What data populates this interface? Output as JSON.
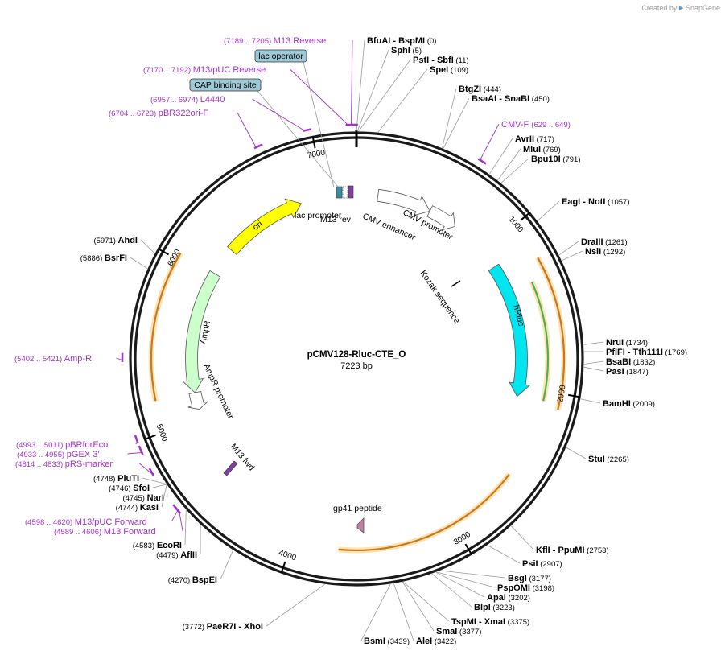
{
  "brand": {
    "created_by": "Created by",
    "app_name": "SnapGene"
  },
  "plasmid": {
    "name": "pCMV128-Rluc-CTE_O",
    "length_label": "7223 bp",
    "length": 7223
  },
  "ticks": [
    {
      "pos": 1000,
      "label": "1000"
    },
    {
      "pos": 2000,
      "label": "2000"
    },
    {
      "pos": 3000,
      "label": "3000"
    },
    {
      "pos": 4000,
      "label": "4000"
    },
    {
      "pos": 5000,
      "label": "5000"
    },
    {
      "pos": 6000,
      "label": "6000"
    },
    {
      "pos": 7000,
      "label": "7000"
    }
  ],
  "enzymes": [
    {
      "pos": 0,
      "name": "BfuAI",
      "name2": "BspMI",
      "coord": "(0)"
    },
    {
      "pos": 5,
      "name": "SphI",
      "name2": "",
      "coord": "(5)"
    },
    {
      "pos": 11,
      "name": "PstI",
      "name2": "SbfI",
      "coord": "(11)"
    },
    {
      "pos": 109,
      "name": "SpeI",
      "name2": "",
      "coord": "(109)"
    },
    {
      "pos": 444,
      "name": "BtgZI",
      "name2": "",
      "coord": "(444)"
    },
    {
      "pos": 450,
      "name": "BsaAI",
      "name2": "SnaBI",
      "coord": "(450)"
    },
    {
      "pos": 717,
      "name": "AvrII",
      "name2": "",
      "coord": "(717)"
    },
    {
      "pos": 769,
      "name": "MluI",
      "name2": "",
      "coord": "(769)"
    },
    {
      "pos": 791,
      "name": "Bpu10I",
      "name2": "",
      "coord": "(791)"
    },
    {
      "pos": 1057,
      "name": "EagI",
      "name2": "NotI",
      "coord": "(1057)"
    },
    {
      "pos": 1261,
      "name": "DraIII",
      "name2": "",
      "coord": "(1261)"
    },
    {
      "pos": 1292,
      "name": "NsiI",
      "name2": "",
      "coord": "(1292)"
    },
    {
      "pos": 1734,
      "name": "NruI",
      "name2": "",
      "coord": "(1734)"
    },
    {
      "pos": 1769,
      "name": "PflFI",
      "name2": "Tth111I",
      "coord": "(1769)"
    },
    {
      "pos": 1832,
      "name": "BsaBI",
      "name2": "",
      "coord": "(1832)"
    },
    {
      "pos": 1847,
      "name": "PasI",
      "name2": "",
      "coord": "(1847)"
    },
    {
      "pos": 2009,
      "name": "BamHI",
      "name2": "",
      "coord": "(2009)"
    },
    {
      "pos": 2265,
      "name": "StuI",
      "name2": "",
      "coord": "(2265)"
    },
    {
      "pos": 2753,
      "name": "KflI",
      "name2": "PpuMI",
      "coord": "(2753)"
    },
    {
      "pos": 2907,
      "name": "PsiI",
      "name2": "",
      "coord": "(2907)"
    },
    {
      "pos": 3177,
      "name": "BsgI",
      "name2": "",
      "coord": "(3177)"
    },
    {
      "pos": 3198,
      "name": "PspOMI",
      "name2": "",
      "coord": "(3198)"
    },
    {
      "pos": 3202,
      "name": "ApaI",
      "name2": "",
      "coord": "(3202)"
    },
    {
      "pos": 3223,
      "name": "BlpI",
      "name2": "",
      "coord": "(3223)"
    },
    {
      "pos": 3375,
      "name": "TspMI",
      "name2": "XmaI",
      "coord": "(3375)"
    },
    {
      "pos": 3377,
      "name": "SmaI",
      "name2": "",
      "coord": "(3377)"
    },
    {
      "pos": 3422,
      "name": "AleI",
      "name2": "",
      "coord": "(3422)"
    },
    {
      "pos": 3439,
      "name": "BsmI",
      "name2": "",
      "coord": "(3439)"
    },
    {
      "pos": 3772,
      "name": "PaeR7I",
      "name2": "XhoI",
      "coord": "(3772)"
    },
    {
      "pos": 4270,
      "name": "BspEI",
      "name2": "",
      "coord": "(4270)"
    },
    {
      "pos": 4479,
      "name": "AflII",
      "name2": "",
      "coord": "(4479)"
    },
    {
      "pos": 4583,
      "name": "EcoRI",
      "name2": "",
      "coord": "(4583)"
    },
    {
      "pos": 4744,
      "name": "KasI",
      "name2": "",
      "coord": "(4744)"
    },
    {
      "pos": 4745,
      "name": "NarI",
      "name2": "",
      "coord": "(4745)"
    },
    {
      "pos": 4746,
      "name": "SfoI",
      "name2": "",
      "coord": "(4746)"
    },
    {
      "pos": 4748,
      "name": "PluTI",
      "name2": "",
      "coord": "(4748)"
    },
    {
      "pos": 5886,
      "name": "BsrFI",
      "name2": "",
      "coord": "(5886)"
    },
    {
      "pos": 5971,
      "name": "AhdI",
      "name2": "",
      "coord": "(5971)"
    }
  ],
  "primers": [
    {
      "name": "M13 Reverse",
      "range": "(7189 .. 7205)",
      "start": 7189,
      "end": 7205
    },
    {
      "name": "M13/pUC Reverse",
      "range": "(7170 .. 7192)",
      "start": 7170,
      "end": 7192
    },
    {
      "name": "L4440",
      "range": "(6957 .. 6974)",
      "start": 6957,
      "end": 6974
    },
    {
      "name": "pBR322ori-F",
      "range": "(6704 .. 6723)",
      "start": 6704,
      "end": 6723
    },
    {
      "name": "CMV-F",
      "range": "(629 .. 649)",
      "start": 629,
      "end": 649
    },
    {
      "name": "Amp-R",
      "range": "(5402 .. 5421)",
      "start": 5402,
      "end": 5421
    },
    {
      "name": "pBRforEco",
      "range": "(4993 .. 5011)",
      "start": 4993,
      "end": 5011
    },
    {
      "name": "pGEX 3'",
      "range": "(4933 .. 4955)",
      "start": 4933,
      "end": 4955
    },
    {
      "name": "pRS-marker",
      "range": "(4814 .. 4833)",
      "start": 4814,
      "end": 4833
    },
    {
      "name": "M13/pUC Forward",
      "range": "(4598 .. 4620)",
      "start": 4598,
      "end": 4620
    },
    {
      "name": "M13 Forward",
      "range": "(4589 .. 4606)",
      "start": 4589,
      "end": 4606
    }
  ],
  "boxed_features": [
    {
      "name": "lac operator"
    },
    {
      "name": "CAP binding site"
    }
  ],
  "features": [
    {
      "name": "ori",
      "start": 6240,
      "end": 6830,
      "color": "#ffff00",
      "dir": "cw"
    },
    {
      "name": "lac promoter",
      "start": 7020,
      "end": 7060,
      "color": "#3a8ca0",
      "dir": "cw"
    },
    {
      "name": "M13 rev",
      "start": 7170,
      "end": 7190,
      "color": "#8040a0",
      "dir": "cw"
    },
    {
      "name": "CMV enhancer",
      "start": 150,
      "end": 530,
      "color": "#ffffff",
      "dir": "cw"
    },
    {
      "name": "CMV promoter",
      "start": 530,
      "end": 735,
      "color": "#ffffff",
      "dir": "cw"
    },
    {
      "name": "Kozak sequence",
      "start": 1000,
      "end": 1010,
      "color": "#000000",
      "dir": "none"
    },
    {
      "name": "hRluc",
      "start": 1130,
      "end": 2070,
      "color": "#00e6f0",
      "dir": "cw"
    },
    {
      "name": "gp41 peptide",
      "start": 3200,
      "end": 3260,
      "color": "#c080a8",
      "dir": "ccw"
    },
    {
      "name": "M13 fwd",
      "start": 4560,
      "end": 4600,
      "color": "#8040a0",
      "dir": "ccw"
    },
    {
      "name": "AmpR",
      "start": 5180,
      "end": 6040,
      "color": "#ccffcc",
      "dir": "ccw"
    },
    {
      "name": "AmpR promoter",
      "start": 5060,
      "end": 5180,
      "color": "#ffffff",
      "dir": "ccw"
    }
  ],
  "colors": {
    "backbone": "#1a1a1a",
    "orf": "#f5a623",
    "orf_glow": "#fde4b4",
    "orf_green": "#4caf50",
    "primer": "#a033c8",
    "box_fill": "#9ec9d6"
  }
}
